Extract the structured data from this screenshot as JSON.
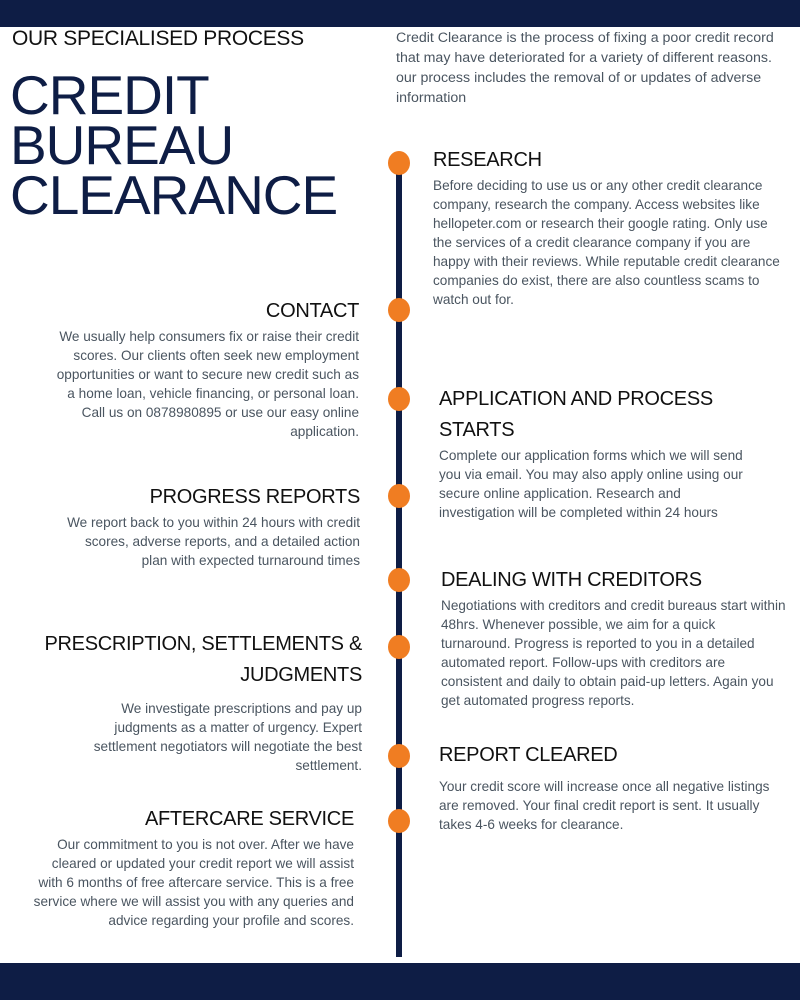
{
  "header": {
    "kicker": "OUR SPECIALISED PROCESS",
    "title_lines": [
      "CREDIT",
      "BUREAU",
      "CLEARANCE"
    ],
    "intro": "Credit Clearance is the process of fixing a poor credit record that may have deteriorated for a variety of different reasons. our process includes the removal of or updates of adverse information"
  },
  "colors": {
    "navy": "#0e1d45",
    "orange": "#f07d22",
    "text": "#4a5560"
  },
  "steps": [
    {
      "title": "RESEARCH",
      "text": "Before deciding to use us or any other credit clearance company, research the company. Access websites like hellopeter.com or research their google rating. Only use the services of a credit clearance company if you are happy with their reviews. While reputable credit clearance companies do exist, there are also countless scams to watch out for."
    },
    {
      "title": "CONTACT",
      "text": "We usually help consumers fix or raise their credit scores. Our clients often seek new employment opportunities or want to secure new credit such as a home loan, vehicle financing, or personal loan. Call us on 0878980895 or use our easy online application."
    },
    {
      "title": "APPLICATION AND PROCESS STARTS",
      "text": "Complete our application forms which we will send you via email. You may also apply online using our secure online application. Research and investigation will be completed within 24 hours"
    },
    {
      "title": "PROGRESS REPORTS",
      "text": "We report back to you within 24 hours with credit scores, adverse reports, and a detailed action plan with expected turnaround times"
    },
    {
      "title": "DEALING WITH CREDITORS",
      "text": "Negotiations with creditors and credit bureaus start within 48hrs. Whenever possible, we aim for a quick turnaround. Progress is reported to you in a detailed automated report. Follow-ups with creditors are consistent and daily to obtain paid-up letters. Again you get automated progress reports."
    },
    {
      "title": "PRESCRIPTION, SETTLEMENTS & JUDGMENTS",
      "text": "We investigate prescriptions and pay up judgments as a matter of urgency. Expert settlement negotiators will negotiate the best settlement."
    },
    {
      "title": "REPORT CLEARED",
      "text": "Your credit score will increase once all negative listings are removed. Your final credit report is sent. It usually takes 4-6 weeks for clearance."
    },
    {
      "title": "AFTERCARE SERVICE",
      "text": "Our commitment to you is not over. After we have cleared or updated your credit report we will assist with 6 months of free aftercare service. This is a free service where we will assist you with any queries and advice regarding your profile and scores."
    }
  ]
}
